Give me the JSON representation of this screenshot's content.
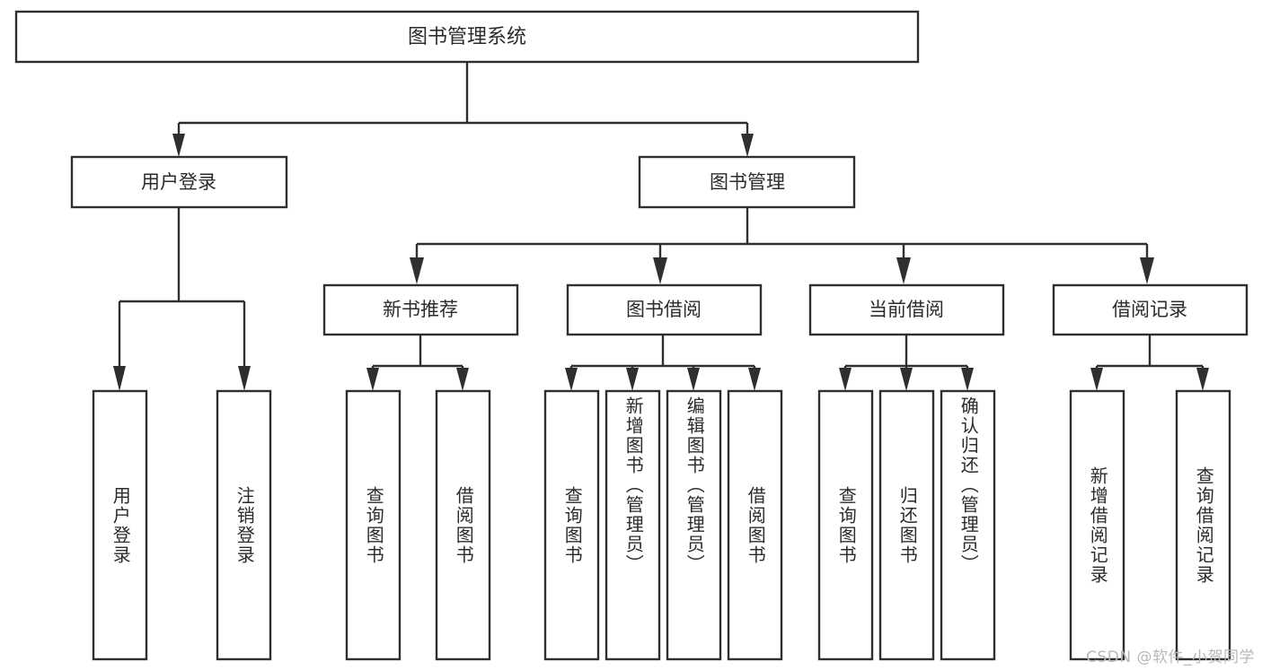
{
  "diagram": {
    "type": "tree",
    "title": "图书管理系统",
    "colors": {
      "box_stroke": "#2f2f2f",
      "box_fill": "#ffffff",
      "text": "#2b2b2b",
      "background": "#ffffff",
      "watermark": "#b8b8b8"
    },
    "levels": {
      "root": "图书管理系统",
      "level2": [
        "用户登录",
        "图书管理"
      ],
      "level3": [
        "新书推荐",
        "图书借阅",
        "当前借阅",
        "借阅记录"
      ]
    },
    "nodes": {
      "root": {
        "label": "图书管理系统"
      },
      "user_login": {
        "label": "用户登录"
      },
      "book_manage": {
        "label": "图书管理"
      },
      "new_book_rec": {
        "label": "新书推荐"
      },
      "book_borrow": {
        "label": "图书借阅"
      },
      "current_borrow": {
        "label": "当前借阅"
      },
      "borrow_record": {
        "label": "借阅记录"
      }
    },
    "leaves": {
      "user_login": [
        {
          "label": "用户登录"
        },
        {
          "label": "注销登录"
        }
      ],
      "new_book_rec": [
        {
          "label": "查询图书"
        },
        {
          "label": "借阅图书"
        }
      ],
      "book_borrow": [
        {
          "label": "查询图书"
        },
        {
          "label": "新增图书（管理员）"
        },
        {
          "label": "编辑图书（管理员）"
        },
        {
          "label": "借阅图书"
        }
      ],
      "current_borrow": [
        {
          "label": "查询图书"
        },
        {
          "label": "归还图书"
        },
        {
          "label": "确认归还（管理员）"
        }
      ],
      "borrow_record": [
        {
          "label": "新增借阅记录"
        },
        {
          "label": "查询借阅记录"
        }
      ]
    }
  },
  "watermark": {
    "text": "CSDN @软件_小贺同学"
  }
}
